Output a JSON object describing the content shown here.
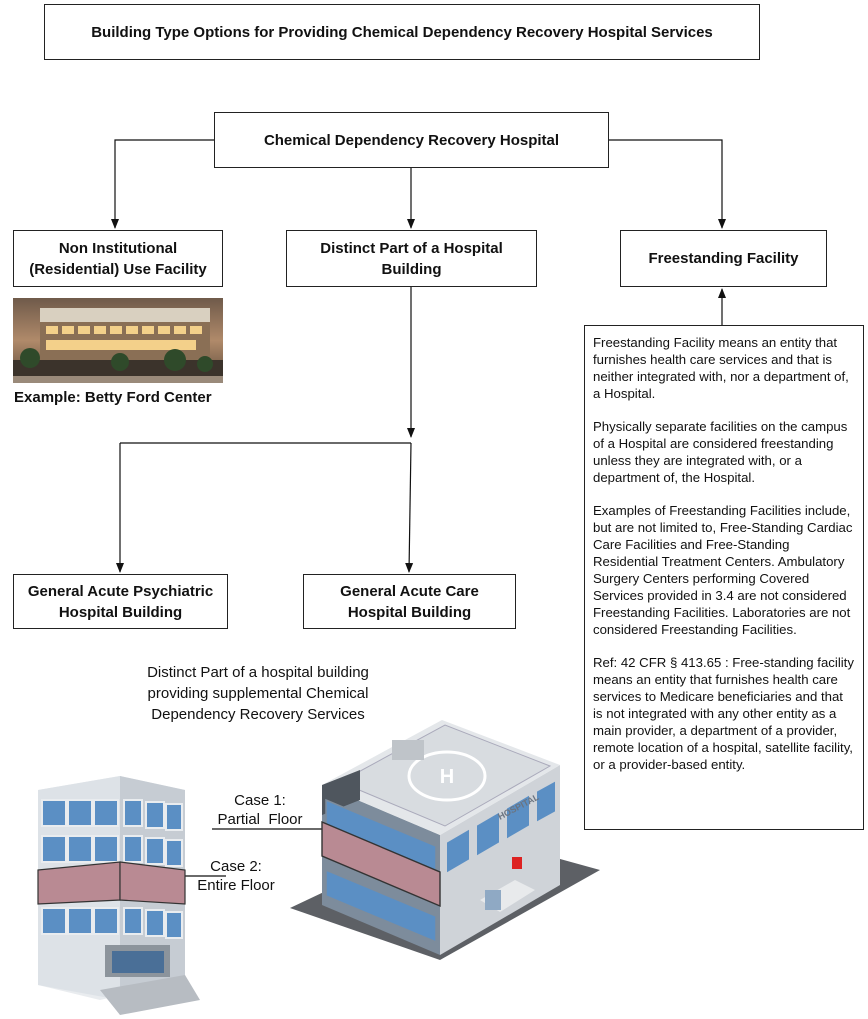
{
  "title": "Building Type Options for Providing Chemical Dependency Recovery Hospital Services",
  "root": "Chemical Dependency Recovery Hospital",
  "options": {
    "non_institutional": {
      "line1": "Non Institutional",
      "line2": "(Residential) Use Facility"
    },
    "distinct_part": {
      "line1": "Distinct Part of a Hospital",
      "line2": "Building"
    },
    "freestanding": "Freestanding Facility"
  },
  "example_caption": "Example: Betty Ford Center",
  "sub_options": {
    "psychiatric": {
      "line1": "General Acute Psychiatric",
      "line2": "Hospital Building"
    },
    "acute_care": {
      "line1": "General Acute Care",
      "line2": "Hospital Building"
    }
  },
  "supplemental_caption": {
    "line1": "Distinct Part of a hospital building",
    "line2": "providing supplemental Chemical",
    "line3": "Dependency Recovery Services"
  },
  "cases": {
    "case1": {
      "label": "Case 1:",
      "desc": "Partial  Floor"
    },
    "case2": {
      "label": "Case 2:",
      "desc": "Entire Floor"
    }
  },
  "definition": {
    "p1": "Freestanding Facility means an entity that furnishes health care services and that is neither integrated with, nor a department of, a Hospital.",
    "p2": "Physically separate facilities on the campus of a Hospital are considered freestanding unless they are integrated with, or a department of, the Hospital.",
    "p3": "Examples of Freestanding Facilities include, but are not limited to, Free-Standing Cardiac Care Facilities and Free-Standing Residential Treatment Centers. Ambulatory Surgery Centers performing Covered Services provided in 3.4 are not considered Freestanding Facilities. Laboratories are not considered Freestanding Facilities.",
    "p4": "Ref: 42 CFR § 413.65 : Free-standing facility means an entity that furnishes health care services to Medicare beneficiaries and that is not integrated with any other entity as a main provider, a department of a provider, remote location of a hospital, satellite facility, or a provider-based entity."
  },
  "hospital_sign": "HOSPITAL",
  "colors": {
    "glass": "#5b8fc4",
    "highlight": "#b98a93",
    "building": "#cfd3d8",
    "roof": "#6f7780"
  }
}
